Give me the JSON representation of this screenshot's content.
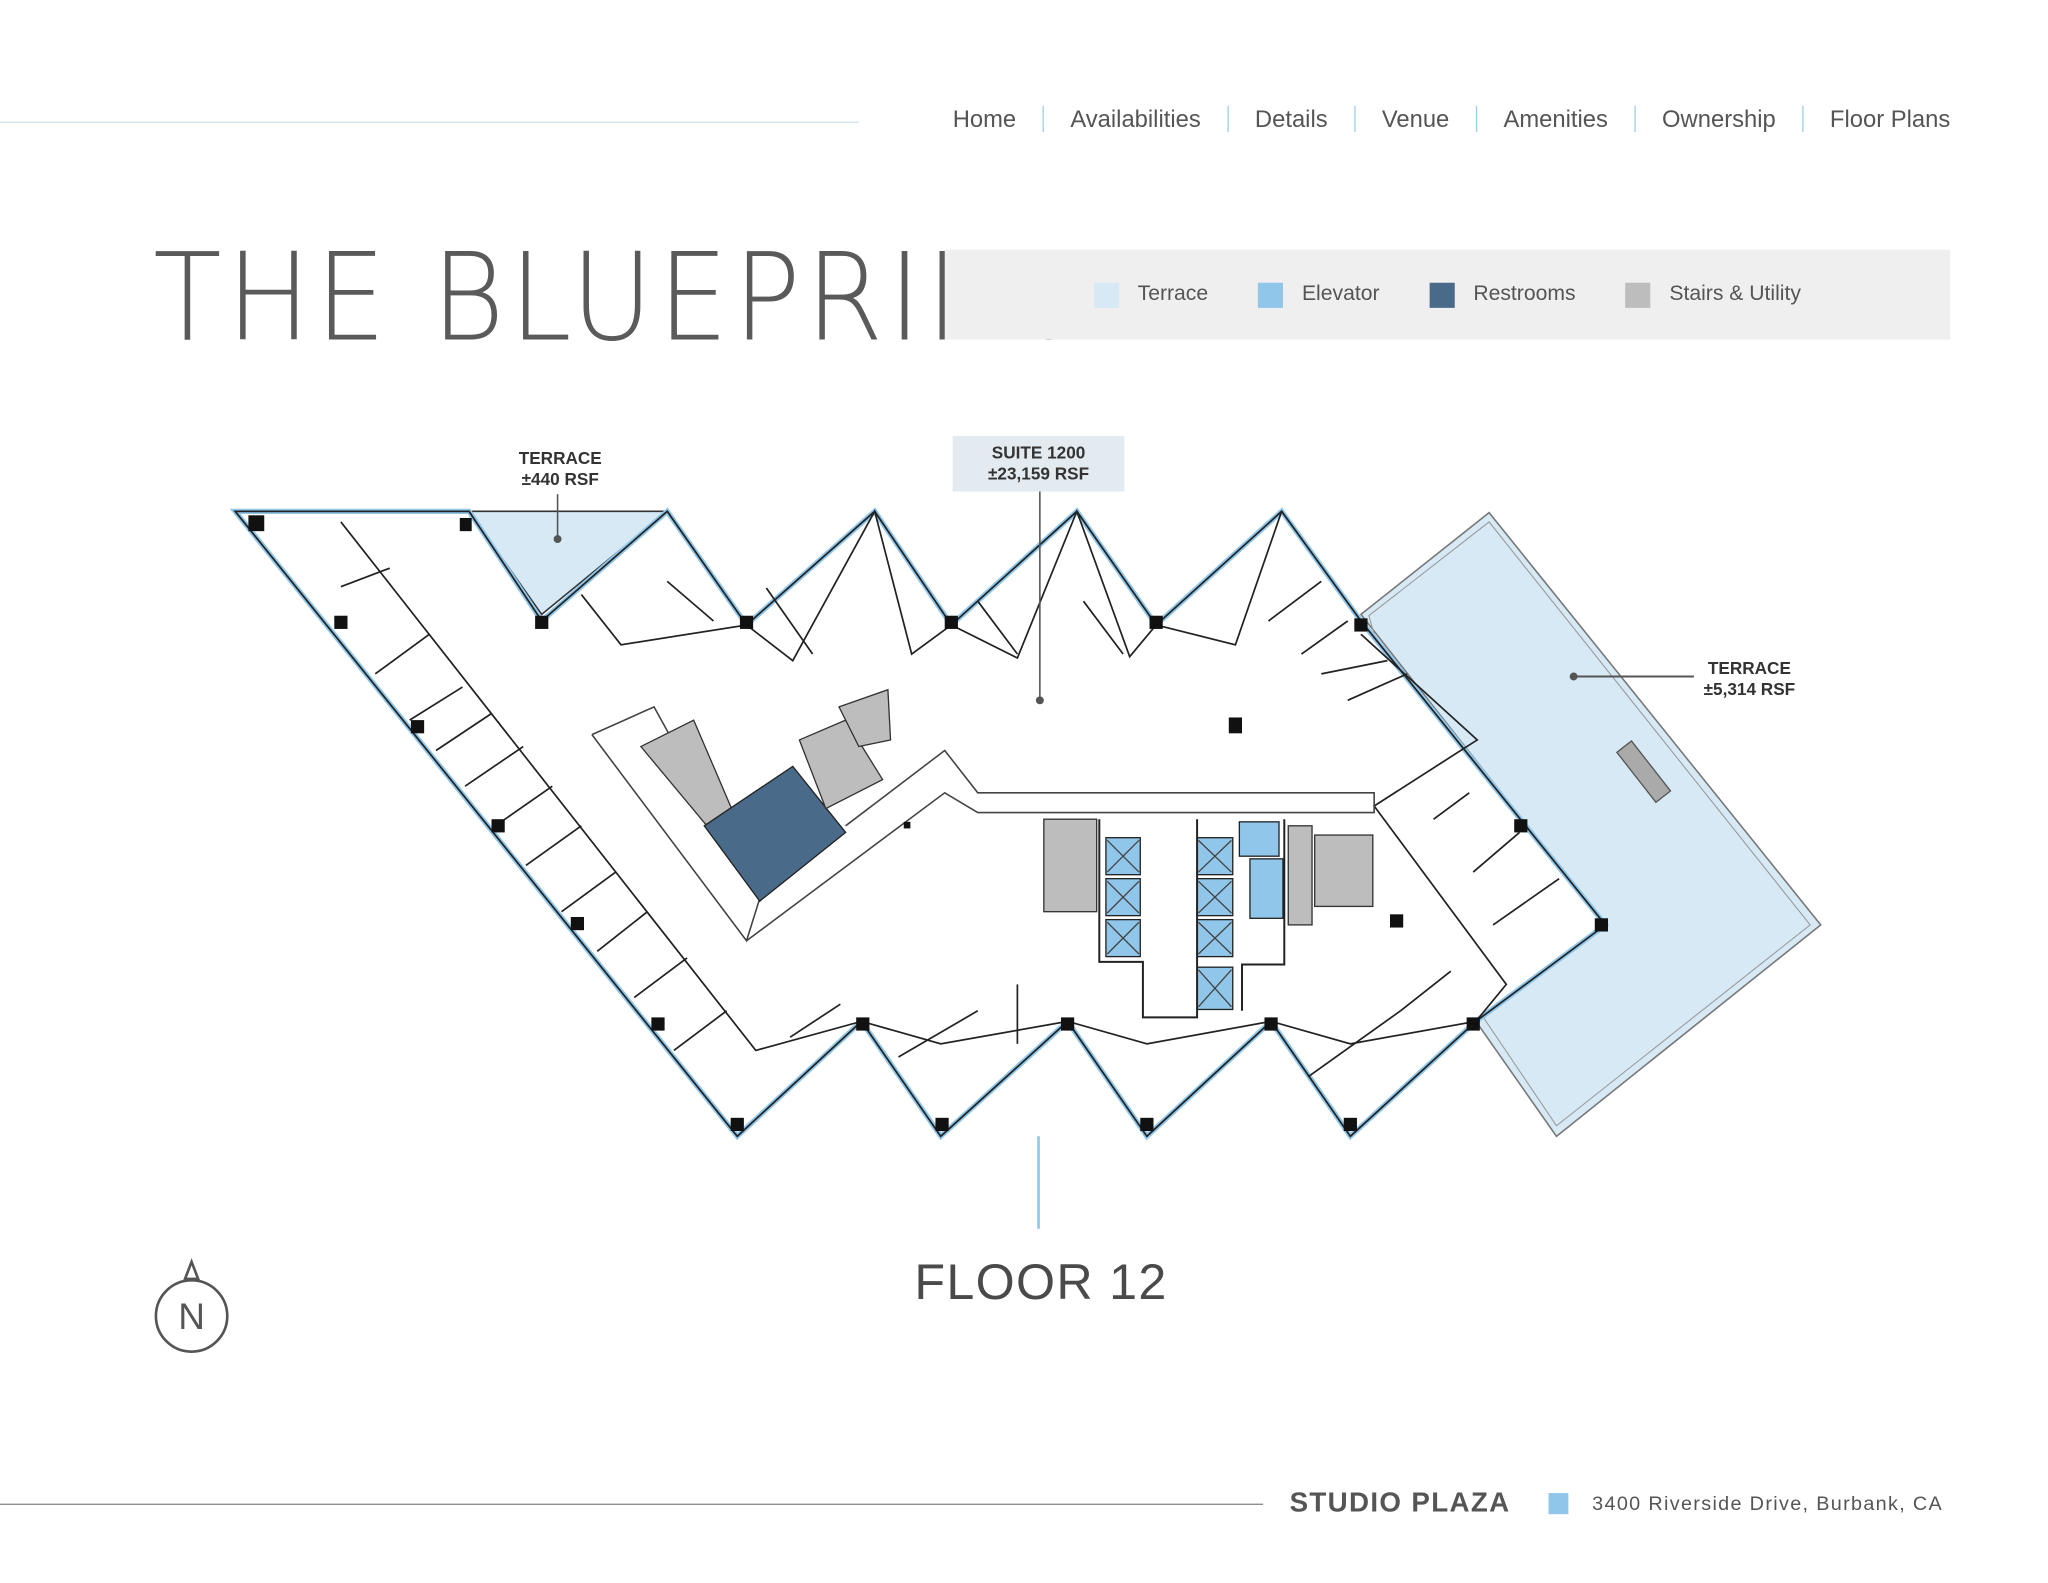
{
  "nav": {
    "items": [
      "Home",
      "Availabilities",
      "Details",
      "Venue",
      "Amenities",
      "Ownership",
      "Floor Plans"
    ]
  },
  "title": "THE BLUEPRINT",
  "legend": [
    {
      "label": "Terrace",
      "color": "#d6e9f5"
    },
    {
      "label": "Elevator",
      "color": "#8fc6ea"
    },
    {
      "label": "Restrooms",
      "color": "#4a6a8a"
    },
    {
      "label": "Stairs & Utility",
      "color": "#bdbdbd"
    }
  ],
  "plan": {
    "terrace_small": {
      "name": "TERRACE",
      "area": "±440 RSF"
    },
    "suite": {
      "name": "SUITE 1200",
      "area": "±23,159 RSF"
    },
    "terrace_large": {
      "name": "TERRACE",
      "area": "±5,314 RSF"
    },
    "compass_letter": "N"
  },
  "floor": "FLOOR 12",
  "footer": {
    "brand": "STUDIO PLAZA",
    "address": "3400 Riverside Drive, Burbank, CA",
    "accent": "#8fc6ea"
  }
}
